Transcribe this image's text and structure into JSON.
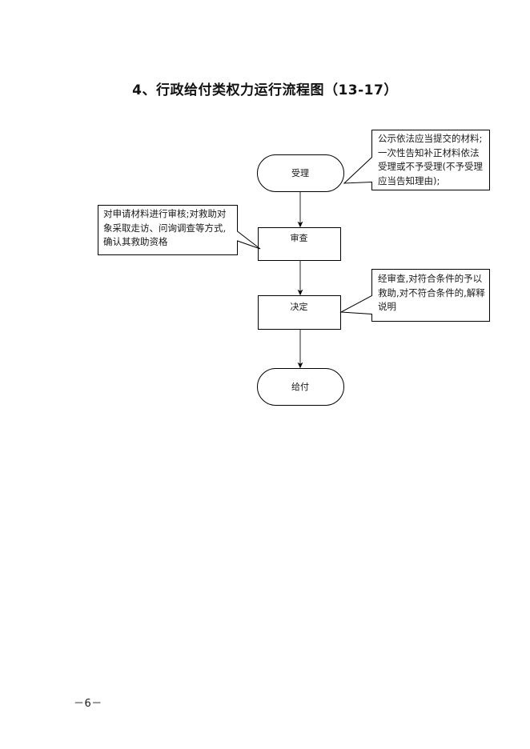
{
  "document": {
    "title": "4、行政给付类权力运行流程图（13-17）",
    "page_number": "－6－",
    "background_color": "#ffffff",
    "line_color": "#000000",
    "text_color": "#1a1a1a"
  },
  "flowchart": {
    "type": "flowchart",
    "orientation": "vertical",
    "nodes": [
      {
        "id": "accept",
        "label": "受理",
        "shape": "rounded-rectangle"
      },
      {
        "id": "review",
        "label": "审查",
        "shape": "rectangle"
      },
      {
        "id": "decide",
        "label": "决定",
        "shape": "rectangle"
      },
      {
        "id": "payment",
        "label": "给付",
        "shape": "rounded-rectangle"
      }
    ],
    "edges": [
      {
        "from": "accept",
        "to": "review",
        "style": "arrow-down"
      },
      {
        "from": "review",
        "to": "decide",
        "style": "arrow-down"
      },
      {
        "from": "decide",
        "to": "payment",
        "style": "arrow-down"
      }
    ],
    "annotations": [
      {
        "id": "note-accept",
        "side": "right",
        "attached_to": "accept",
        "text": "公示依法应当提交的材料;一次性告知补正材料依法受理或不予受理(不予受理应当告知理由);"
      },
      {
        "id": "note-review",
        "side": "left",
        "attached_to": "review",
        "text": "对申请材料进行审核;对救助对象采取走访、问询调查等方式,确认其救助资格"
      },
      {
        "id": "note-decide",
        "side": "right",
        "attached_to": "decide",
        "text": "经审查,对符合条件的予以救助,对不符合条件的,解释说明"
      }
    ]
  }
}
